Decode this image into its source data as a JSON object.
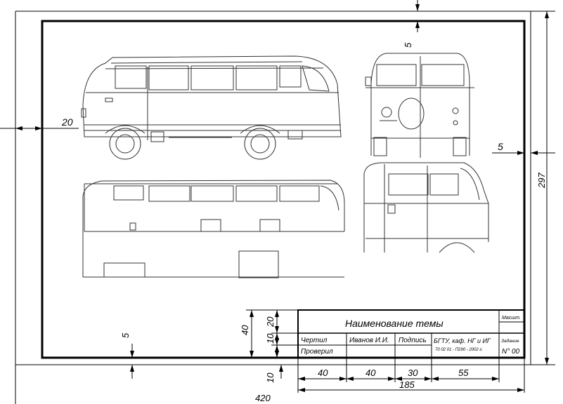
{
  "dimensions": {
    "top_margin": "5",
    "left_margin": "20",
    "right_margin": "5",
    "bottom_margin": "5",
    "sheet_height": "297",
    "sheet_width": "420",
    "stamp_height": "40",
    "row_20": "20",
    "row_10a": "10",
    "row_10b": "10",
    "col_40a": "40",
    "col_40b": "40",
    "col_30": "30",
    "col_55": "55",
    "stamp_width": "185"
  },
  "title_block": {
    "topic": "Наименование темы",
    "scale_label": "Масшт.",
    "drew_label": "Чертил",
    "drew_name": "Иванов И.И.",
    "signature_label": "Подпись",
    "org": "БГТУ, каф. НГ и ИГ",
    "code": "70 02 01 - П290 - 2002 г.",
    "task_label": "Задание",
    "task_number": "N° 00",
    "checked_label": "Проверил"
  },
  "colors": {
    "line": "#000000",
    "paper": "#ffffff",
    "drawing": "#333333"
  }
}
